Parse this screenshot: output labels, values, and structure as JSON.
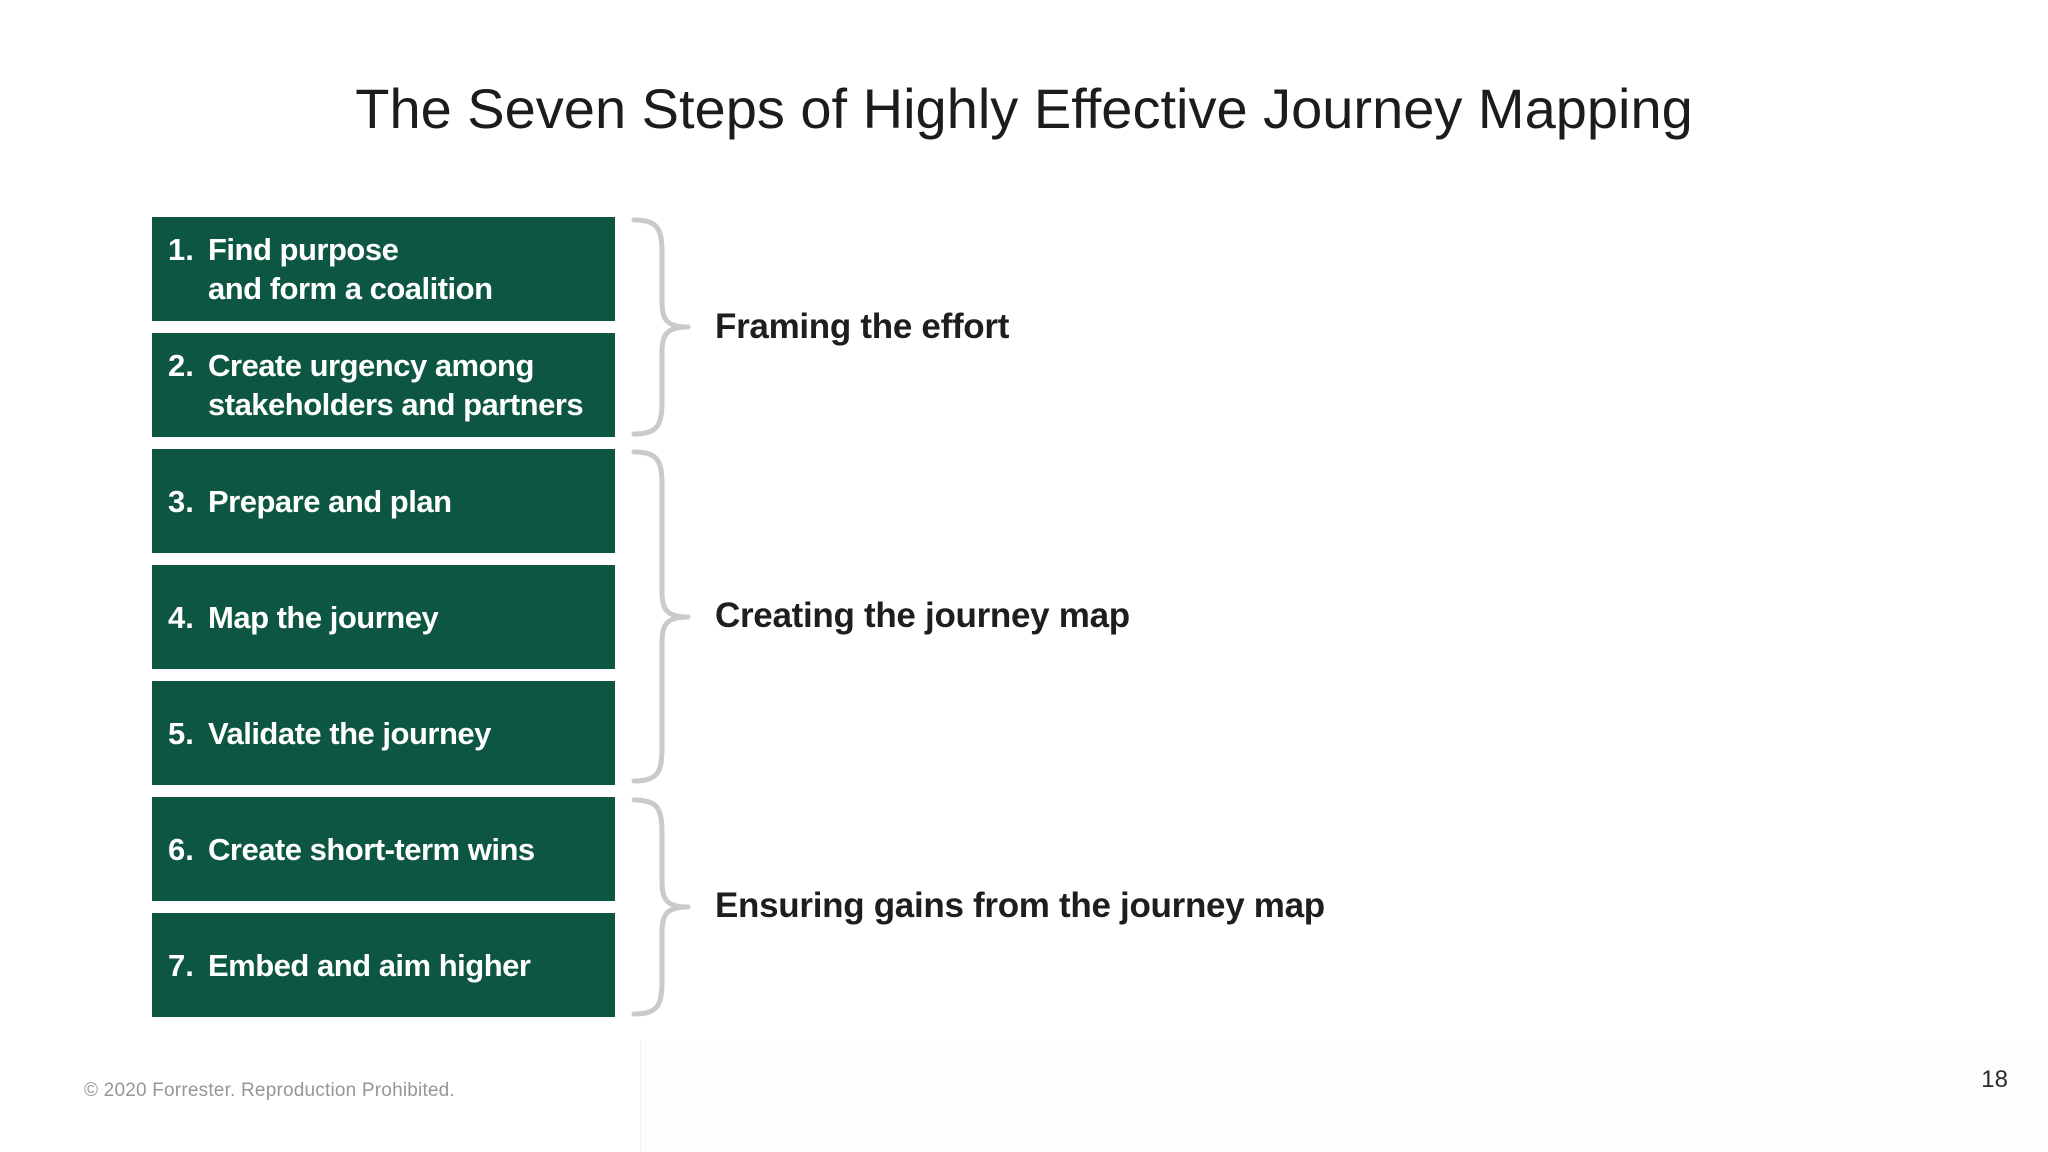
{
  "slide": {
    "title": "The Seven Steps of Highly Effective Journey Mapping",
    "steps": [
      {
        "number": "1.",
        "text": "Find purpose\nand form a coalition"
      },
      {
        "number": "2.",
        "text": "Create urgency among\nstakeholders and partners"
      },
      {
        "number": "3.",
        "text": "Prepare and plan"
      },
      {
        "number": "4.",
        "text": "Map the journey"
      },
      {
        "number": "5.",
        "text": "Validate the journey"
      },
      {
        "number": "6.",
        "text": "Create short-term wins"
      },
      {
        "number": "7.",
        "text": "Embed and aim higher"
      }
    ],
    "groups": [
      {
        "label": "Framing the effort",
        "steps_covered": "1-2"
      },
      {
        "label": "Creating the journey map",
        "steps_covered": "3-5"
      },
      {
        "label": "Ensuring gains from the journey map",
        "steps_covered": "6-7"
      }
    ],
    "footer": {
      "copyright": "© 2020 Forrester. Reproduction Prohibited.",
      "page_number": "18"
    },
    "colors": {
      "box_green": "#0d5742",
      "box_text": "#ffffff",
      "brace_gray": "#c8cacb",
      "title_text": "#1c1c1c",
      "label_text": "#1e1e1e",
      "footer_gray": "#94979a",
      "background": "#ffffff"
    }
  }
}
